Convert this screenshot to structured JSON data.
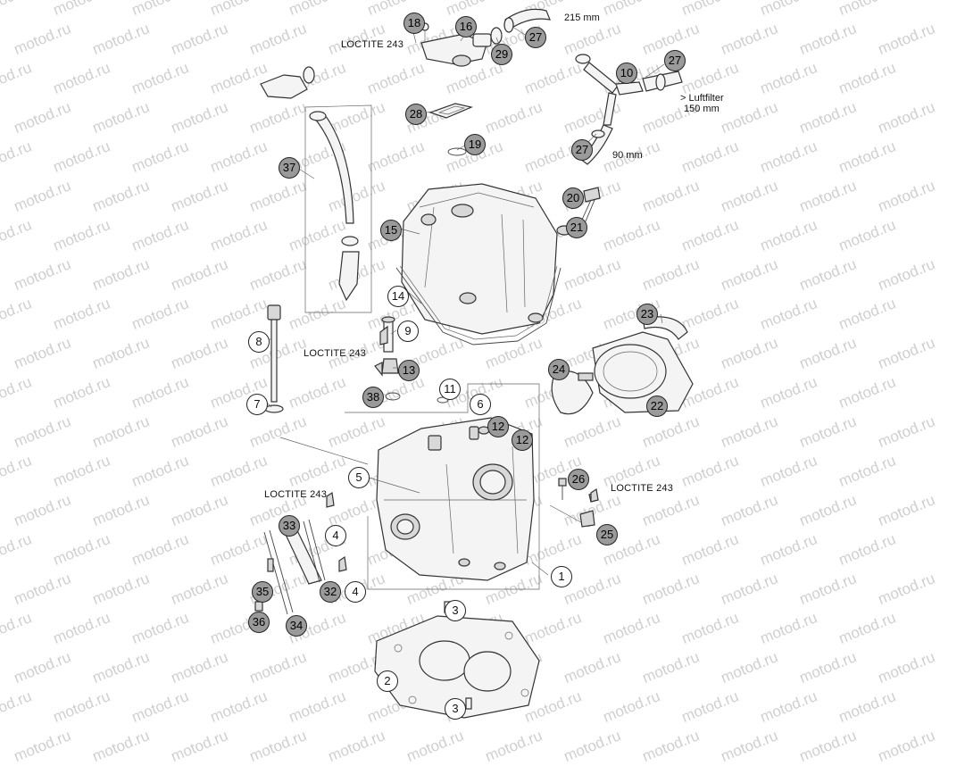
{
  "watermark": "motod.ru",
  "loctite_label": "LOCTITE 243",
  "annotations": {
    "hose_215": "215 mm",
    "hose_90": "90 mm",
    "luftfilter": "> Luftfilter",
    "luftfilter_len": "150 mm"
  },
  "callouts": [
    {
      "id": "18",
      "fill": "gray"
    },
    {
      "id": "16",
      "fill": "gray"
    },
    {
      "id": "29",
      "fill": "gray"
    },
    {
      "id": "27",
      "fill": "gray"
    },
    {
      "id": "10",
      "fill": "gray"
    },
    {
      "id": "27",
      "fill": "gray"
    },
    {
      "id": "28",
      "fill": "gray"
    },
    {
      "id": "19",
      "fill": "gray"
    },
    {
      "id": "27",
      "fill": "gray"
    },
    {
      "id": "37",
      "fill": "gray"
    },
    {
      "id": "20",
      "fill": "gray"
    },
    {
      "id": "21",
      "fill": "gray"
    },
    {
      "id": "15",
      "fill": "gray"
    },
    {
      "id": "14",
      "fill": "white"
    },
    {
      "id": "23",
      "fill": "gray"
    },
    {
      "id": "8",
      "fill": "white"
    },
    {
      "id": "9",
      "fill": "white"
    },
    {
      "id": "13",
      "fill": "gray"
    },
    {
      "id": "24",
      "fill": "gray"
    },
    {
      "id": "11",
      "fill": "white"
    },
    {
      "id": "38",
      "fill": "gray"
    },
    {
      "id": "7",
      "fill": "white"
    },
    {
      "id": "6",
      "fill": "white"
    },
    {
      "id": "12",
      "fill": "gray"
    },
    {
      "id": "12",
      "fill": "gray"
    },
    {
      "id": "22",
      "fill": "gray"
    },
    {
      "id": "5",
      "fill": "white"
    },
    {
      "id": "26",
      "fill": "gray"
    },
    {
      "id": "33",
      "fill": "gray"
    },
    {
      "id": "4",
      "fill": "white"
    },
    {
      "id": "25",
      "fill": "gray"
    },
    {
      "id": "1",
      "fill": "white"
    },
    {
      "id": "35",
      "fill": "gray"
    },
    {
      "id": "32",
      "fill": "gray"
    },
    {
      "id": "4",
      "fill": "white"
    },
    {
      "id": "36",
      "fill": "gray"
    },
    {
      "id": "34",
      "fill": "gray"
    },
    {
      "id": "3",
      "fill": "white"
    },
    {
      "id": "2",
      "fill": "white"
    },
    {
      "id": "3",
      "fill": "white"
    }
  ],
  "loctite_notes": [
    {
      "name": "loctite-thermostat"
    },
    {
      "name": "loctite-valve-9"
    },
    {
      "name": "loctite-screw-26"
    },
    {
      "name": "loctite-studs-4"
    }
  ]
}
